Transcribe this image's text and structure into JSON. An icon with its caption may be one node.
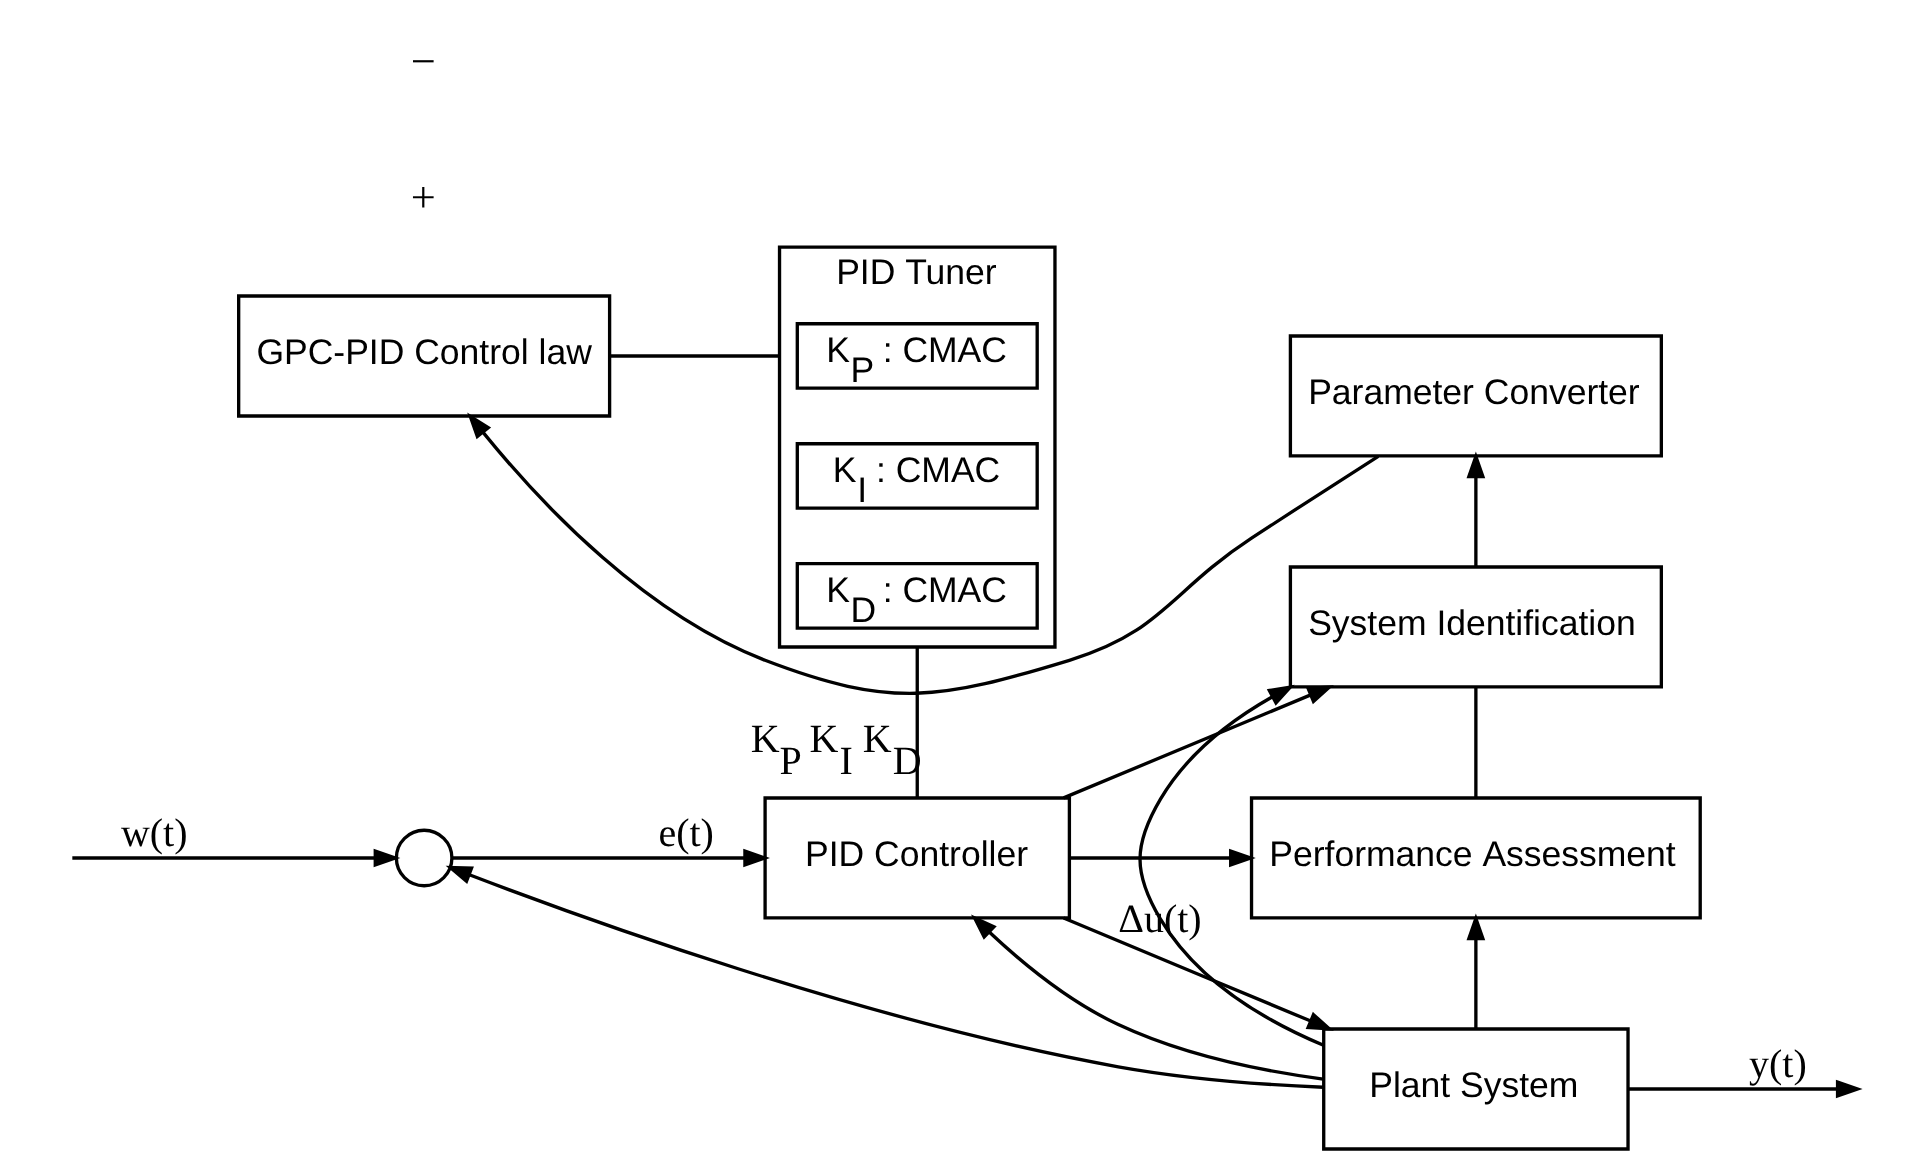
{
  "diagram": {
    "nodes": [
      {
        "text": [
          "GPC-PID Control law"
        ]
      },
      {
        "text": [
          "PID Tuner"
        ]
      },
      {
        "text": [
          "K$_{P}$ : CMAC"
        ],
        "in": 1
      },
      {
        "text": [
          "K$_{I}$ : CMAC"
        ],
        "in": 1
      },
      {
        "text": [
          "K$_{D}$ : CMAC"
        ],
        "in": 1
      },
      {
        "text": [],
        "shape": "circle"
      },
      {
        "text": [
          "PID Controller"
        ]
      },
      {
        "text": [
          "Parameter Converter"
        ]
      },
      {
        "text": [
          "System Identification"
        ]
      },
      {
        "text": [
          "Performance Assessment"
        ]
      },
      {
        "text": [
          "Plant System"
        ]
      }
    ],
    "edges": [
      {
        "from": null,
        "to": 5,
        "arrow": "to",
        "label": "w(t)"
      },
      {
        "from": 5,
        "to": 6,
        "arrow": "to",
        "label": "e(t)"
      },
      {
        "from": 10,
        "to": 6,
        "arrow": "to"
      },
      {
        "from": 10,
        "to": 5,
        "arrow": "to"
      },
      {
        "from": 6,
        "to": 10,
        "arrow": "to",
        "label": "Δu(t)"
      },
      {
        "from": 6,
        "to": 8,
        "arrow": "to"
      },
      {
        "from": 6,
        "to": 9,
        "arrow": "to"
      },
      {
        "from": 10,
        "to": 8,
        "arrow": "to"
      },
      {
        "from": 10,
        "to": 9,
        "arrow": "to"
      },
      {
        "from": 10,
        "to": null,
        "arrow": "to",
        "label": "y(t)"
      },
      {
        "from": 8,
        "to": 7,
        "arrow": "to"
      },
      {
        "from": 7,
        "to": 0,
        "arrow": "to"
      },
      {
        "from": 0,
        "to": 1,
        "arrow": "none"
      },
      {
        "from": 1,
        "to": 6,
        "arrow": "none",
        "label": "K$_{P}$ K$_{I}$ K$_{D}$"
      },
      {
        "from": 9,
        "to": 8,
        "arrow": "none"
      }
    ],
    "labels": [
      "+",
      "−"
    ]
  }
}
